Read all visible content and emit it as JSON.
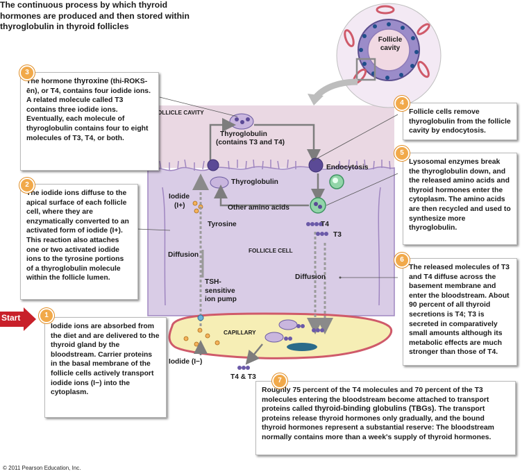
{
  "title": "The continuous process by which thyroid hormones are produced and then stored within thyroglobulin in thyroid follicles",
  "inset_label": "Follicle cavity",
  "labels": {
    "follicle_cavity": "FOLLICLE CAVITY",
    "follicle_cell": "FOLLICLE CELL",
    "capillary": "CAPILLARY",
    "thyroglobulin_top": "Thyroglobulin",
    "thyroglobulin_contains": "(contains T3 and T4)",
    "thyroglobulin_mid": "Thyroglobulin",
    "endocytosis": "Endocytosis",
    "iodide_active": "Iodide",
    "iodide_active_symbol": "(I+)",
    "other_amino_acids": "Other amino acids",
    "tyrosine": "Tyrosine",
    "t4": "T4",
    "t3": "T3",
    "diffusion_left": "Diffusion",
    "diffusion_right": "Diffusion",
    "tsh_pump": "TSH-sensitive ion pump",
    "iodide_bottom": "Iodide (I−)",
    "t4_t3_bottom": "T4 & T3",
    "start": "Start"
  },
  "steps": [
    {
      "num": "1",
      "text": "Iodide ions are absorbed from the diet and are delivered to the thyroid gland by the bloodstream. Carrier proteins in the basal membrane of the follicle cells actively transport iodide ions (I−) into the cytoplasm."
    },
    {
      "num": "2",
      "text": "The iodide ions diffuse to the apical surface of each follicle cell, where they are enzymatically converted to an activated form of iodide (I+). This reaction also attaches one or two activated iodide ions to the tyrosine portions of a thyroglobulin molecule within the follicle lumen."
    },
    {
      "num": "3",
      "text_pre": "The hormone ",
      "bold_term": "thyroxine",
      "text_post": " (thi-ROKS-ēn), or T4, contains four iodide ions. A related molecule called T3 contains three iodide ions. Eventually, each molecule of thyroglobulin contains four to eight molecules of T3, T4, or both."
    },
    {
      "num": "4",
      "text": "Follicle cells remove thyroglobulin from the follicle cavity by endocytosis."
    },
    {
      "num": "5",
      "text": "Lysosomal enzymes break the thyroglobulin down, and the released amino acids and thyroid hormones enter the cytoplasm. The amino acids are then recycled and used to synthesize more thyroglobulin."
    },
    {
      "num": "6",
      "text": "The released molecules of T3 and T4 diffuse across the basement membrane and enter the bloodstream. About 90 percent of all thyroid secretions is T4; T3 is secreted in comparatively small amounts although its metabolic effects are much stronger than those of T4."
    },
    {
      "num": "7",
      "text_pre": "Roughly 75 percent of the T4 molecules and 70 percent of the T3 molecules entering the bloodstream become attached to transport proteins called ",
      "bold_term": "thyroid-binding globulins (TBGs)",
      "text_post": ". The transport proteins release thyroid hormones only gradually, and the bound thyroid hormones represent a substantial reserve: The bloodstream normally contains more than a week's supply of thyroid hormones."
    }
  ],
  "copyright": "© 2011 Pearson Education, Inc.",
  "colors": {
    "cell": "#d9cce6",
    "cavity": "#ead8e3",
    "capillary": "#f6eeb5",
    "capillary_border": "#cf5a6a",
    "badge": "#f1a94a",
    "start": "#c8202a",
    "arrow": "#7d7d7d"
  }
}
